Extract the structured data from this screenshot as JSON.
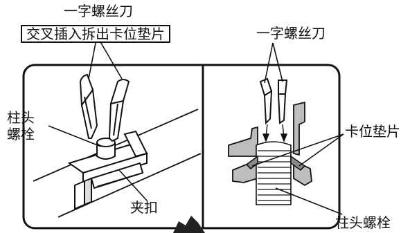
{
  "labels": {
    "screwdriver_left": "一字螺丝刀",
    "insert_instruction": "交叉插入拆出卡位垫片",
    "screwdriver_right": "一字螺丝刀",
    "stud_bolt_left_line1": "柱头",
    "stud_bolt_left_line2": "螺栓",
    "clip": "夹扣",
    "shim": "卡位垫片",
    "stud_bolt_right": "柱头螺栓"
  },
  "colors": {
    "line": "#111111",
    "gray_fill": "#bdbdbd",
    "dark_gray": "#8a8a8a",
    "background": "#ffffff"
  }
}
